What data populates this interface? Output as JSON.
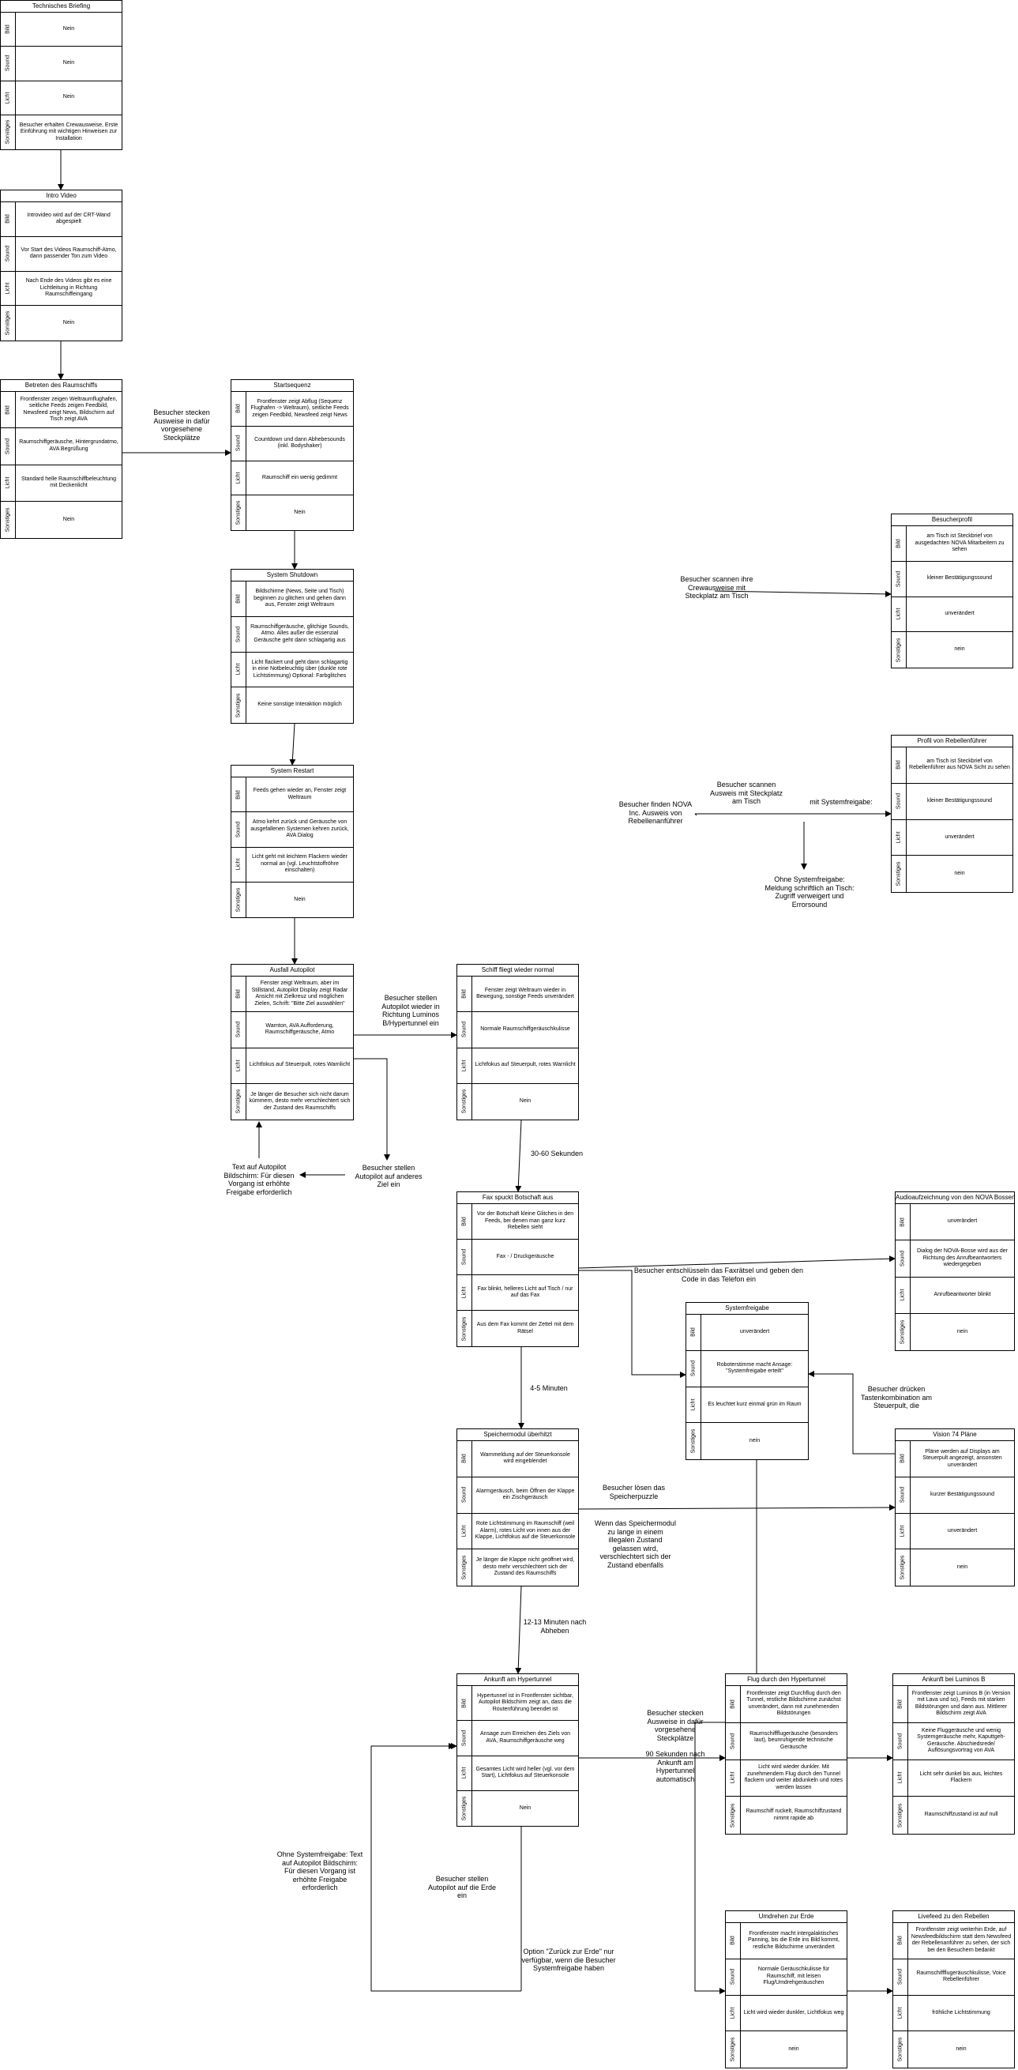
{
  "tables": {
    "t1": {
      "title": "Technisches Briefing",
      "rows": [
        {
          "label": "Bild",
          "text": "Nein"
        },
        {
          "label": "Sound",
          "text": "Nein"
        },
        {
          "label": "Licht",
          "text": "Nein"
        },
        {
          "label": "Sonstiges",
          "text": "Besucher erhalten Crewausweise, Erste Einführung mit wichtigen Hinweisen zur Installation"
        }
      ]
    },
    "t2": {
      "title": "Intro Video",
      "rows": [
        {
          "label": "Bild",
          "text": "Introvideo wird auf der CRT-Wand abgespielt"
        },
        {
          "label": "Sound",
          "text": "Vor Start des Videos Raumschiff-Atmo, dann passender Ton zum Video"
        },
        {
          "label": "Licht",
          "text": "Nach Ende des Videos gibt es eine Lichtleitung in Richtung Raumschiffeingang"
        },
        {
          "label": "Sonstiges",
          "text": "Nein"
        }
      ]
    },
    "t3": {
      "title": "Betreten des Raumschiffs",
      "rows": [
        {
          "label": "Bild",
          "text": "Frontfenster zeigen Weltraumflughafen, seitliche Feeds zeigen Feedbild, Newsfeed zeigt News, Bildschirm auf Tisch zeigt AVA"
        },
        {
          "label": "Sound",
          "text": "Raumschiffgeräusche, Hintergrundatmo, AVA Begrüßung"
        },
        {
          "label": "Licht",
          "text": "Standard helle Raumschiffbeleuchtung mit Deckenlicht"
        },
        {
          "label": "Sonstiges",
          "text": "Nein"
        }
      ]
    },
    "t4": {
      "title": "Startsequenz",
      "rows": [
        {
          "label": "Bild",
          "text": "Frontfenster zeigt Abflug (Sequenz Flughafen -> Weltraum), seitliche Feeds zeigen Feedbild, Newsfeed zeigt News"
        },
        {
          "label": "Sound",
          "text": "Countdown und dann Abhebesounds (inkl. Bodyshaker)"
        },
        {
          "label": "Licht",
          "text": "Raumschiff ein wenig gedimmt"
        },
        {
          "label": "Sonstiges",
          "text": "Nein"
        }
      ]
    },
    "t5": {
      "title": "System Shutdown",
      "rows": [
        {
          "label": "Bild",
          "text": "Bildschirme (News, Seite und Tisch) beginnen zu glitchen und gehen dann aus, Fenster zeigt Weltraum"
        },
        {
          "label": "Sound",
          "text": "Raumschiffgeräusche, glitchige Sounds, Atmo. Alles außer die essenzial Geräusche geht dann schlagartig aus"
        },
        {
          "label": "Licht",
          "text": "Licht flackert und geht dann schlagartig in eine Notbeleuchtig über (dunkle rote Lichtstimmung) Optional: Farbglitches"
        },
        {
          "label": "Sonstiges",
          "text": "Keine sonstige Interaktion möglich"
        }
      ]
    },
    "t6": {
      "title": "System Restart",
      "rows": [
        {
          "label": "Bild",
          "text": "Feeds gehen wieder an, Fenster zeigt Weltraum"
        },
        {
          "label": "Sound",
          "text": "Atmo kehrt zurück und Geräusche von ausgefallenen Systemen kehren zurück, AVA Dialog"
        },
        {
          "label": "Licht",
          "text": "Licht geht mit leichtem Flackern wieder normal an (vgl. Leuchtstoffröhre einschalten)"
        },
        {
          "label": "Sonstiges",
          "text": "Nein"
        }
      ]
    },
    "t7": {
      "title": "Ausfall Autopilot",
      "rows": [
        {
          "label": "Bild",
          "text": "Fenster zeigt Weltraum, aber im Stillstand, Autopilot Display zeigt Radar Ansicht mit Zielkreuz und möglichen Zielen, Schrift: \"Bitte Ziel auswählen\""
        },
        {
          "label": "Sound",
          "text": "Warnton, AVA Aufforderung, Raumschiffgeräusche, Atmo"
        },
        {
          "label": "Licht",
          "text": "Lichtfokus auf Steuerpult, rotes Warnlicht"
        },
        {
          "label": "Sonstiges",
          "text": "Je länger die Besucher sich nicht darum kümmern, desto mehr verschlechtert sich der Zustand des Raumschiffs"
        }
      ]
    },
    "t8": {
      "title": "Schiff fliegt wieder normal",
      "rows": [
        {
          "label": "Bild",
          "text": "Fenster zeigt Weltraum wieder in Bewegung, sonstige Feeds unverändert"
        },
        {
          "label": "Sound",
          "text": "Normale Raumschiffgeräuschkulisse"
        },
        {
          "label": "Licht",
          "text": "Lichtfokus auf Steuerpult, rotes Warnlicht"
        },
        {
          "label": "Sonstiges",
          "text": "Nein"
        }
      ]
    },
    "t9": {
      "title": "Fax spuckt Botschaft aus",
      "rows": [
        {
          "label": "Bild",
          "text": "Vor der Botschaft kleine Glitches in den Feeds, bei denen man ganz kurz Rebellen sieht"
        },
        {
          "label": "Sound",
          "text": "Fax - / Druckgeräusche"
        },
        {
          "label": "Licht",
          "text": "Fax blinkt, helleres Licht auf Tisch / nur auf das Fax"
        },
        {
          "label": "Sonstiges",
          "text": "Aus dem Fax kommt der Zettel mit dem Rätsel"
        }
      ]
    },
    "t10": {
      "title": "Speichermodul überhitzt",
      "rows": [
        {
          "label": "Bild",
          "text": "Warnmeldung auf der Steuerkonsole wird eingeblendet"
        },
        {
          "label": "Sound",
          "text": "Alarmgeräusch, beim Öffnen der Klappe ein Zischgeräusch"
        },
        {
          "label": "Licht",
          "text": "Rote Lichtstimmung im Raumschiff (weil Alarm), rotes Licht von innen aus der Klappe, Lichtfokus auf die Steuerkonsole"
        },
        {
          "label": "Sonstiges",
          "text": "Je länger die Klappe nicht geöffnet wird, desto mehr verschlechtert sich der Zustand des Raumschiffs"
        }
      ]
    },
    "t11": {
      "title": "Ankunft am Hypertunnel",
      "rows": [
        {
          "label": "Bild",
          "text": "Hypertunnel ist in Frontfenster sichtbar, Autopilot Bildschirm zeigt an, dass die Routenführung beendet ist"
        },
        {
          "label": "Sound",
          "text": "Ansage zum Erreichen des Ziels von AVA, Raumschiffgeräusche weg"
        },
        {
          "label": "Licht",
          "text": "Gesamtes Licht wird heller (vgl. vor dem Start), Lichtfokus auf Steuerkonsole"
        },
        {
          "label": "Sonstiges",
          "text": "Nein"
        }
      ]
    },
    "t12": {
      "title": "Besucherprofil",
      "rows": [
        {
          "label": "Bild",
          "text": "am Tisch ist Steckbrief von ausgedachten NOVA Mitarbeitern zu sehen"
        },
        {
          "label": "Sound",
          "text": "kleiner Bestätigungssound"
        },
        {
          "label": "Licht",
          "text": "unverändert"
        },
        {
          "label": "Sonstiges",
          "text": "nein"
        }
      ]
    },
    "t13": {
      "title": "Profil von Rebellenführer",
      "rows": [
        {
          "label": "Bild",
          "text": "am Tisch ist Steckbrief von Rebellenführer aus NOVA Sicht zu sehen"
        },
        {
          "label": "Sound",
          "text": "kleiner Bestätigungssound"
        },
        {
          "label": "Licht",
          "text": "unverändert"
        },
        {
          "label": "Sonstiges",
          "text": "nein"
        }
      ]
    },
    "t14": {
      "title": "Audioaufzeichnung von den NOVA Bossen",
      "rows": [
        {
          "label": "Bild",
          "text": "unverändert"
        },
        {
          "label": "Sound",
          "text": "Dialog der NOVA-Bosse wird aus der Richtung des Anrufbeantworters wiedergegeben"
        },
        {
          "label": "Licht",
          "text": "Anrufbeantworter blinkt"
        },
        {
          "label": "Sonstiges",
          "text": "nein"
        }
      ]
    },
    "t15": {
      "title": "Systemfreigabe",
      "rows": [
        {
          "label": "Bild",
          "text": "unverändert"
        },
        {
          "label": "Sound",
          "text": "Roboterstimme macht Ansage: \"Systemfreigabe erteilt\""
        },
        {
          "label": "Licht",
          "text": "Es leuchtet kurz einmal grün im Raum"
        },
        {
          "label": "Sonstiges",
          "text": "nein"
        }
      ]
    },
    "t16": {
      "title": "Vision 74 Pläne",
      "rows": [
        {
          "label": "Bild",
          "text": "Pläne werden auf Displays am Steuerpult angezeigt, ansonsten unverändert"
        },
        {
          "label": "Sound",
          "text": "kurzer Bestätigungssound"
        },
        {
          "label": "Licht",
          "text": "unverändert"
        },
        {
          "label": "Sonstiges",
          "text": "nein"
        }
      ]
    },
    "t17": {
      "title": "Flug durch den Hypertunnel",
      "rows": [
        {
          "label": "Bild",
          "text": "Frontfenster zeigt Durchflug durch den Tunnel, restliche Bildschirme zunächst unverändert, dann mit zunehmenden Bildstörungen"
        },
        {
          "label": "Sound",
          "text": "Raumschiffflugeräusche (besonders laut), beunruhigende technische Geräusche"
        },
        {
          "label": "Licht",
          "text": "Licht wird wieder dunkler. Mit zunehmendem Flug durch den Tunnel flackern und weiter abdunkeln und rotes werden lassen"
        },
        {
          "label": "Sonstiges",
          "text": "Raumschiff ruckelt, Raumschiffzustand nimmt rapide ab"
        }
      ]
    },
    "t18": {
      "title": "Ankunft bei Luminos B",
      "rows": [
        {
          "label": "Bild",
          "text": "Frontfenster zeigt Luminos B (in Version mit Lava und so), Feeds mit starken Bildstörungen und dann aus. Mittlerer Bildschirm zeigt AVA"
        },
        {
          "label": "Sound",
          "text": "Keine Fluggeräusche und wenig Systemgeräusche mehr, Kaputtgeh-Geräusche. Abschiedsrede/ Auflösungsvortrag von AVA"
        },
        {
          "label": "Licht",
          "text": "Licht sehr dunkel bis aus, leichtes Flackern"
        },
        {
          "label": "Sonstiges",
          "text": "Raumschiffzustand ist auf null"
        }
      ]
    },
    "t19": {
      "title": "Umdrehen zur Erde",
      "rows": [
        {
          "label": "Bild",
          "text": "Frontfenster macht intergalaktisches Panning, bis die Erde ins Bild kommt, restliche Bildschirme unverändert"
        },
        {
          "label": "Sound",
          "text": "Normale Geräuschkulisse für Raumschiff, mit leisen Flug/Umdrehgeräuschen"
        },
        {
          "label": "Licht",
          "text": "Licht wird wieder dunkler, Lichtfokus weg"
        },
        {
          "label": "Sonstiges",
          "text": "nein"
        }
      ]
    },
    "t20": {
      "title": "Livefeed zu den Rebellen",
      "rows": [
        {
          "label": "Bild",
          "text": "Frontfenster zeigt weiterhin Erde, auf Newsfeedbildschirm statt dem Newsfeed der Rebellenanführer zu sehen, der sich bei den Besuchern bedankt"
        },
        {
          "label": "Sound",
          "text": "Raumschiffflugeräuschkulisse, Voice Rebellenführer"
        },
        {
          "label": "Licht",
          "text": "fröhliche Lichtstimmung"
        },
        {
          "label": "Sonstiges",
          "text": "nein"
        }
      ]
    }
  },
  "notes": {
    "n1": "Besucher stecken Ausweise in dafür vorgesehene Steckplätze",
    "n2": "Besucher scannen ihre Crewausweise mit Steckplatz am Tisch",
    "n3": "Besucher scannen Ausweis mit Steckplatz am Tisch",
    "n4": "Besucher finden NOVA Inc. Ausweis von Rebellenanführer",
    "n5": "mit Systemfreigabe:",
    "n6": "Ohne Systemfreigabe: Meldung schriftlich an Tisch: Zugriff verweigert und Errorsound",
    "n7": "Besucher stellen Autopilot wieder in Richtung Luminos B/Hypertunnel ein",
    "n8": "Besucher stellen Autopilot auf anderes Ziel ein",
    "n9": "Text auf Autopilot Bildschirm: Für diesen Vorgang ist erhöhte Freigabe erforderlich",
    "n10": "30-60 Sekunden",
    "n11": "Besucher entschlüsseln das Faxrätsel und geben den Code in das Telefon ein",
    "n12": "4-5 Minuten",
    "n13": "Besucher drücken Tastenkombination am Steuerpult, die",
    "n14": "Besucher lösen das Speicherpuzzle",
    "n15": "Wenn das Speichermodul zu lange in einem illegalen Zustand gelassen wird, verschlechtert sich der Zustand ebenfalls",
    "n16": "12-13 Minuten nach Abheben",
    "n17": "Besucher stecken Ausweise in dafür vorgesehene Steckplätze",
    "n18": "90 Sekunden nach Ankunft am Hypertunnel automatisch",
    "n19": "Ohne Systemfreigabe: Text auf Autopilot Bildschirm: Für diesen Vorgang ist erhöhte Freigabe erforderlich",
    "n20": "Besucher stellen Autopilot auf die Erde ein",
    "n21": "Option \"Zurück zur Erde\" nur verfügbar, wenn die Besucher Systemfreigabe haben"
  }
}
